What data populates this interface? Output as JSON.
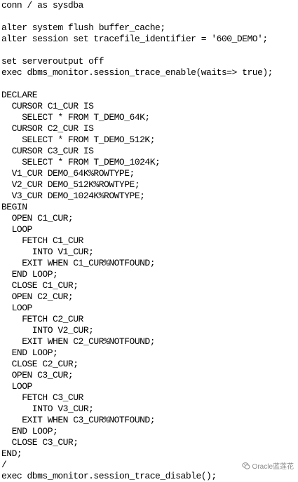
{
  "code": {
    "lines": [
      "conn / as sysdba",
      "",
      "alter system flush buffer_cache;",
      "alter session set tracefile_identifier = '600_DEMO';",
      "",
      "set serveroutput off",
      "exec dbms_monitor.session_trace_enable(waits=> true);",
      "",
      "DECLARE",
      "  CURSOR C1_CUR IS",
      "    SELECT * FROM T_DEMO_64K;",
      "  CURSOR C2_CUR IS",
      "    SELECT * FROM T_DEMO_512K;",
      "  CURSOR C3_CUR IS",
      "    SELECT * FROM T_DEMO_1024K;",
      "  V1_CUR DEMO_64K%ROWTYPE;",
      "  V2_CUR DEMO_512K%ROWTYPE;",
      "  V3_CUR DEMO_1024K%ROWTYPE;",
      "BEGIN",
      "  OPEN C1_CUR;",
      "  LOOP",
      "    FETCH C1_CUR",
      "      INTO V1_CUR;",
      "    EXIT WHEN C1_CUR%NOTFOUND;",
      "  END LOOP;",
      "  CLOSE C1_CUR;",
      "  OPEN C2_CUR;",
      "  LOOP",
      "    FETCH C2_CUR",
      "      INTO V2_CUR;",
      "    EXIT WHEN C2_CUR%NOTFOUND;",
      "  END LOOP;",
      "  CLOSE C2_CUR;",
      "  OPEN C3_CUR;",
      "  LOOP",
      "    FETCH C3_CUR",
      "      INTO V3_CUR;",
      "    EXIT WHEN C3_CUR%NOTFOUND;",
      "  END LOOP;",
      "  CLOSE C3_CUR;",
      "END;",
      "/",
      "exec dbms_monitor.session_trace_disable();"
    ]
  },
  "watermark": {
    "text": "Oracle蓝莲花",
    "icon": "wechat-icon"
  },
  "colors": {
    "background": "#ffffff",
    "text": "#000000",
    "watermark": "#8c8c8c"
  }
}
